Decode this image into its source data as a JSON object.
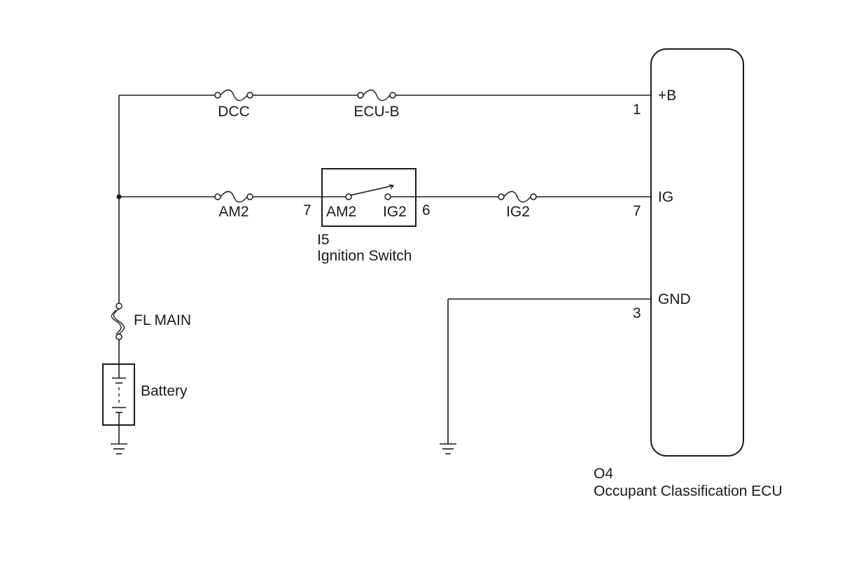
{
  "fuses": {
    "dcc": "DCC",
    "ecu_b": "ECU-B",
    "am2": "AM2",
    "ig2": "IG2",
    "fl_main": "FL MAIN"
  },
  "battery": {
    "label": "Battery"
  },
  "ignition_switch": {
    "code": "I5",
    "name": "Ignition Switch",
    "terminal_am2_label": "AM2",
    "terminal_ig2_label": "IG2",
    "pin_am2": "7",
    "pin_ig2": "6"
  },
  "ecu": {
    "code": "O4",
    "name": "Occupant Classification ECU",
    "terminals": [
      {
        "label": "+B",
        "pin": "1"
      },
      {
        "label": "IG",
        "pin": "7"
      },
      {
        "label": "GND",
        "pin": "3"
      }
    ]
  }
}
